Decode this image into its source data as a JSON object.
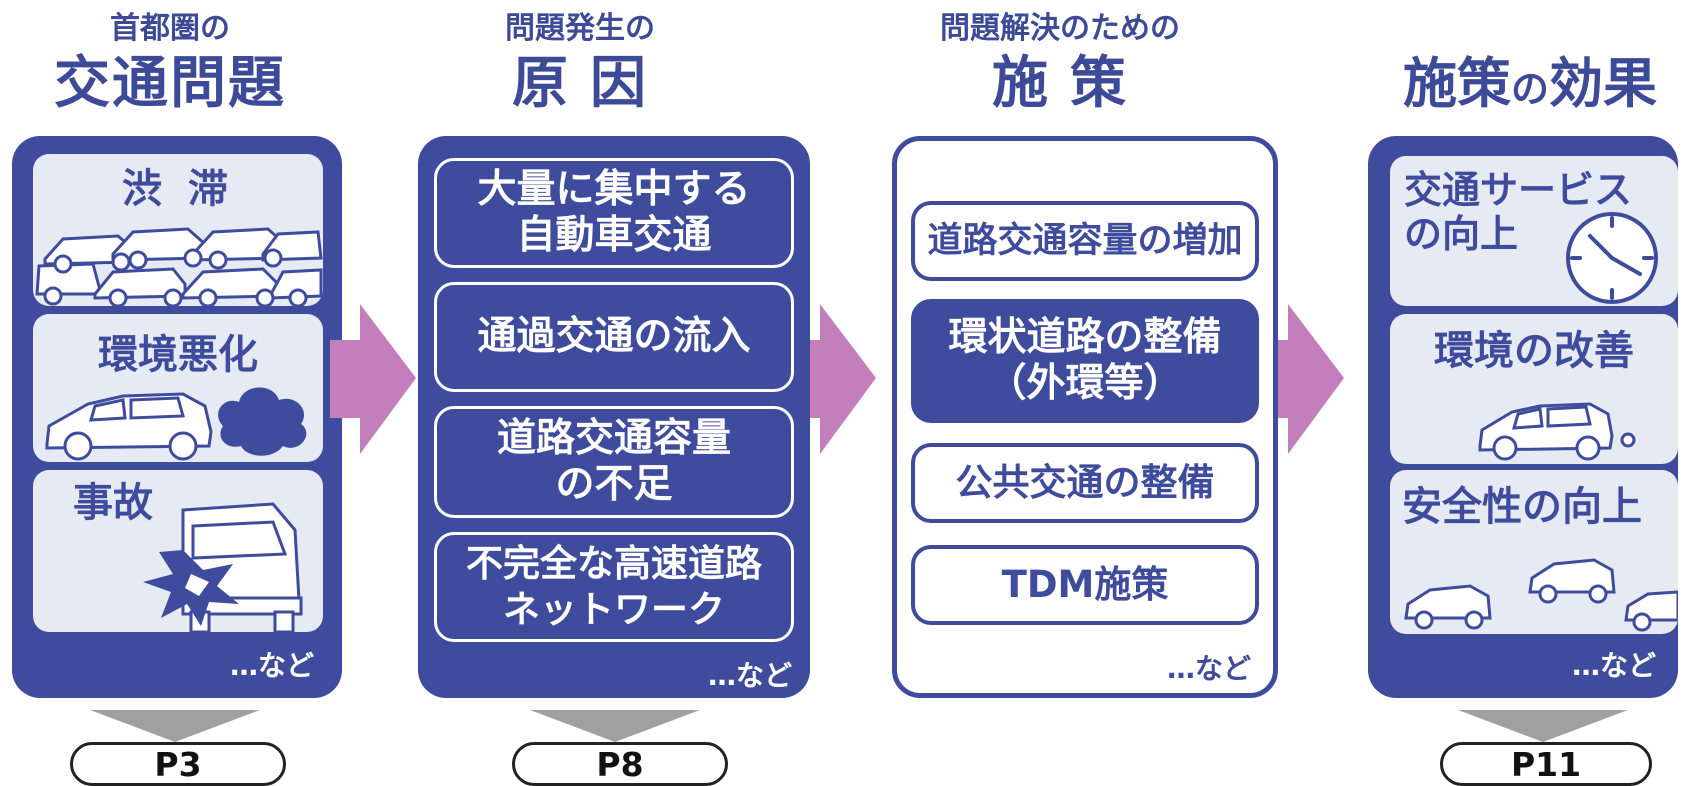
{
  "columns": {
    "problems": {
      "pre": "首都圏の",
      "title": "交通問題",
      "cards": [
        "渋 滞",
        "環境悪化",
        "事故"
      ],
      "etc": "…など",
      "page": "P3"
    },
    "causes": {
      "pre": "問題発生の",
      "title": "原因",
      "items": [
        "大量に集中する\n自動車交通",
        "通過交通の流入",
        "道路交通容量\nの不足",
        "不完全な高速道路\nネットワーク"
      ],
      "etc": "…など",
      "page": "P8"
    },
    "measures": {
      "pre": "問題解決のための",
      "title": "施策",
      "items": [
        "道路交通容量の増加",
        "環状道路の整備\n（外環等）",
        "公共交通の整備",
        "TDM施策"
      ],
      "etc": "…など"
    },
    "effects": {
      "title_main": "施策",
      "title_small": "の",
      "title_end": "効果",
      "cards": [
        "交通サービス\nの向上",
        "環境の改善",
        "安全性の向上"
      ],
      "etc": "…など",
      "page": "P11"
    }
  },
  "colors": {
    "primary": "#3f4c9d",
    "arrow": "#c37fbb",
    "card_bg": "#e6eaf3",
    "down_arrow": "#a0a0a0"
  },
  "icons": [
    "car-icon",
    "smoke-cloud-icon",
    "crash-burst-icon",
    "clock-icon"
  ]
}
